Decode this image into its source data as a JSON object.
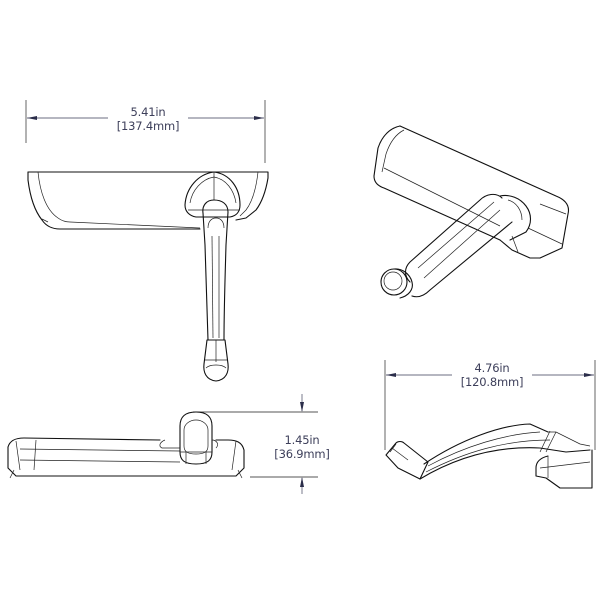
{
  "drawing": {
    "type": "technical-dimension-drawing",
    "subject": "window crank operator handle",
    "colors": {
      "line": "#111111",
      "dimension_line": "#6b6d80",
      "dimension_text": "#3d3f5a",
      "background": "#ffffff"
    },
    "views": [
      {
        "id": "top",
        "label": "Top view"
      },
      {
        "id": "isometric",
        "label": "Isometric view"
      },
      {
        "id": "front",
        "label": "Front view"
      },
      {
        "id": "side",
        "label": "Side view"
      }
    ]
  },
  "dimensions": {
    "width": {
      "imperial": "5.41in",
      "metric": "[137.4mm]"
    },
    "height": {
      "imperial": "1.45in",
      "metric": "[36.9mm]"
    },
    "depth": {
      "imperial": "4.76in",
      "metric": "[120.8mm]"
    }
  }
}
